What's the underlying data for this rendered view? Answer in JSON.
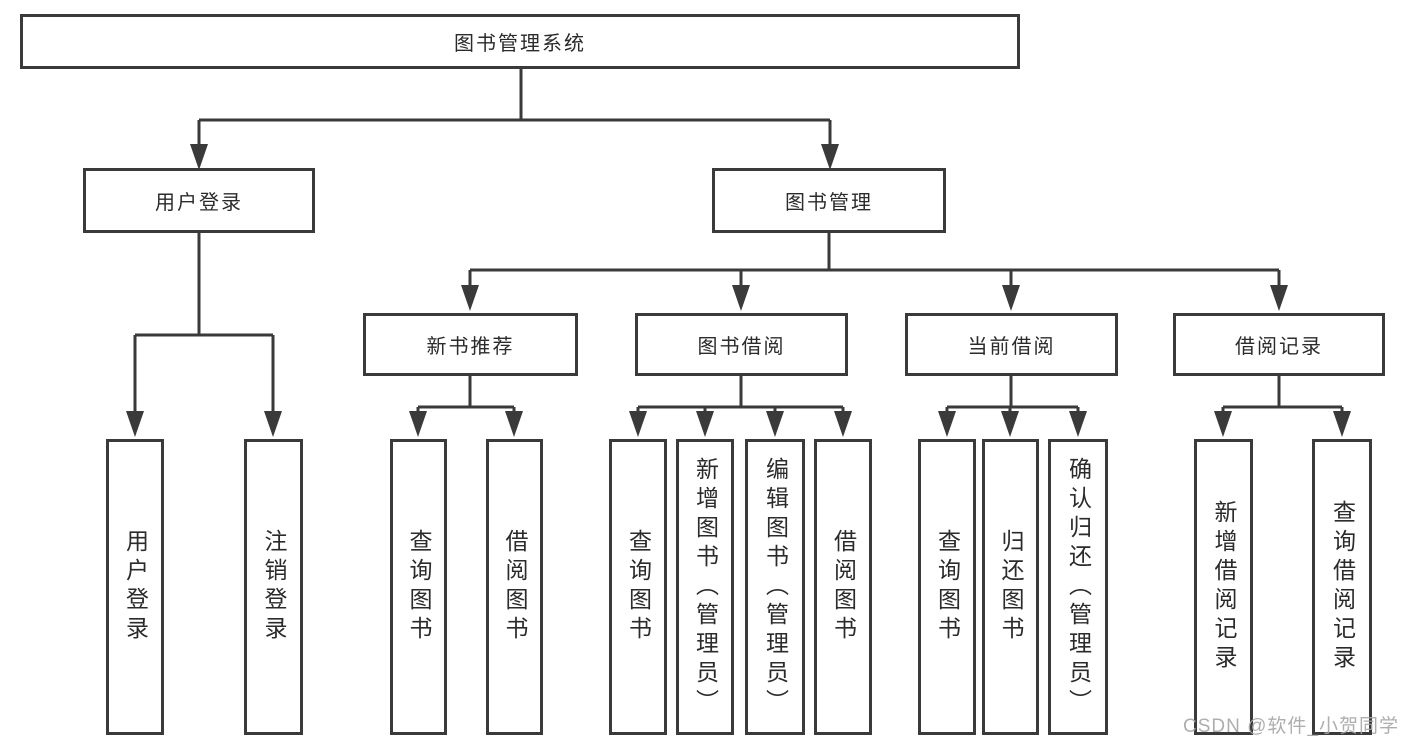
{
  "diagram": {
    "root": {
      "label": "图书管理系统"
    },
    "branches": [
      {
        "label": "用户登录",
        "children": [
          {
            "label": "用户登录"
          },
          {
            "label": "注销登录"
          }
        ]
      },
      {
        "label": "图书管理",
        "children": [
          {
            "label": "新书推荐",
            "children": [
              {
                "label": "查询图书"
              },
              {
                "label": "借阅图书"
              }
            ]
          },
          {
            "label": "图书借阅",
            "children": [
              {
                "label": "查询图书"
              },
              {
                "label": "新增图书（管理员）"
              },
              {
                "label": "编辑图书（管理员）"
              },
              {
                "label": "借阅图书"
              }
            ]
          },
          {
            "label": "当前借阅",
            "children": [
              {
                "label": "查询图书"
              },
              {
                "label": "归还图书"
              },
              {
                "label": "确认归还（管理员）"
              }
            ]
          },
          {
            "label": "借阅记录",
            "children": [
              {
                "label": "新增借阅记录"
              },
              {
                "label": "查询借阅记录"
              }
            ]
          }
        ]
      }
    ]
  },
  "watermark": {
    "text": "CSDN @软件_小贺同学"
  },
  "colors": {
    "line": "#3a3a3a",
    "text": "#2b2b2b",
    "background": "#ffffff",
    "watermark": "#a6a6a6"
  }
}
